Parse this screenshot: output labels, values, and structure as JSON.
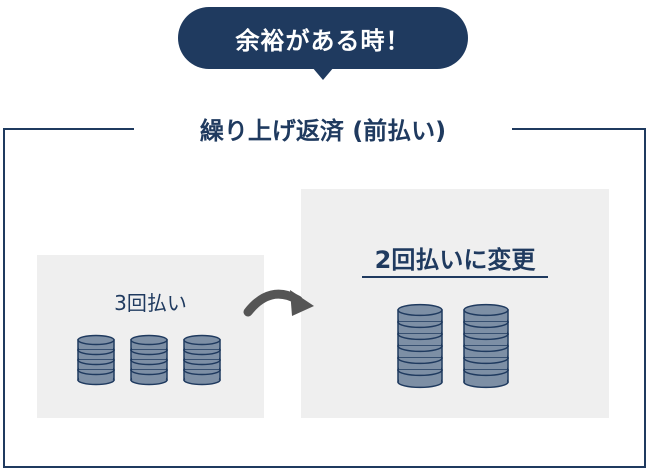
{
  "bubble": {
    "text": "余裕がある時！"
  },
  "section": {
    "title": "繰り上げ返済 (前払い)"
  },
  "before": {
    "label": "3回払い",
    "stacks": 3,
    "coins_per_stack": 4
  },
  "after": {
    "label": "2回払いに変更",
    "stacks": 2,
    "coins_per_stack": 6
  },
  "colors": {
    "navy": "#1f3a5f",
    "coin": "#7d8fa5",
    "panel": "#efefef",
    "arrow": "#555555"
  },
  "icons": {
    "arrow": "curved-arrow-icon",
    "coin": "coin-stack-icon"
  }
}
